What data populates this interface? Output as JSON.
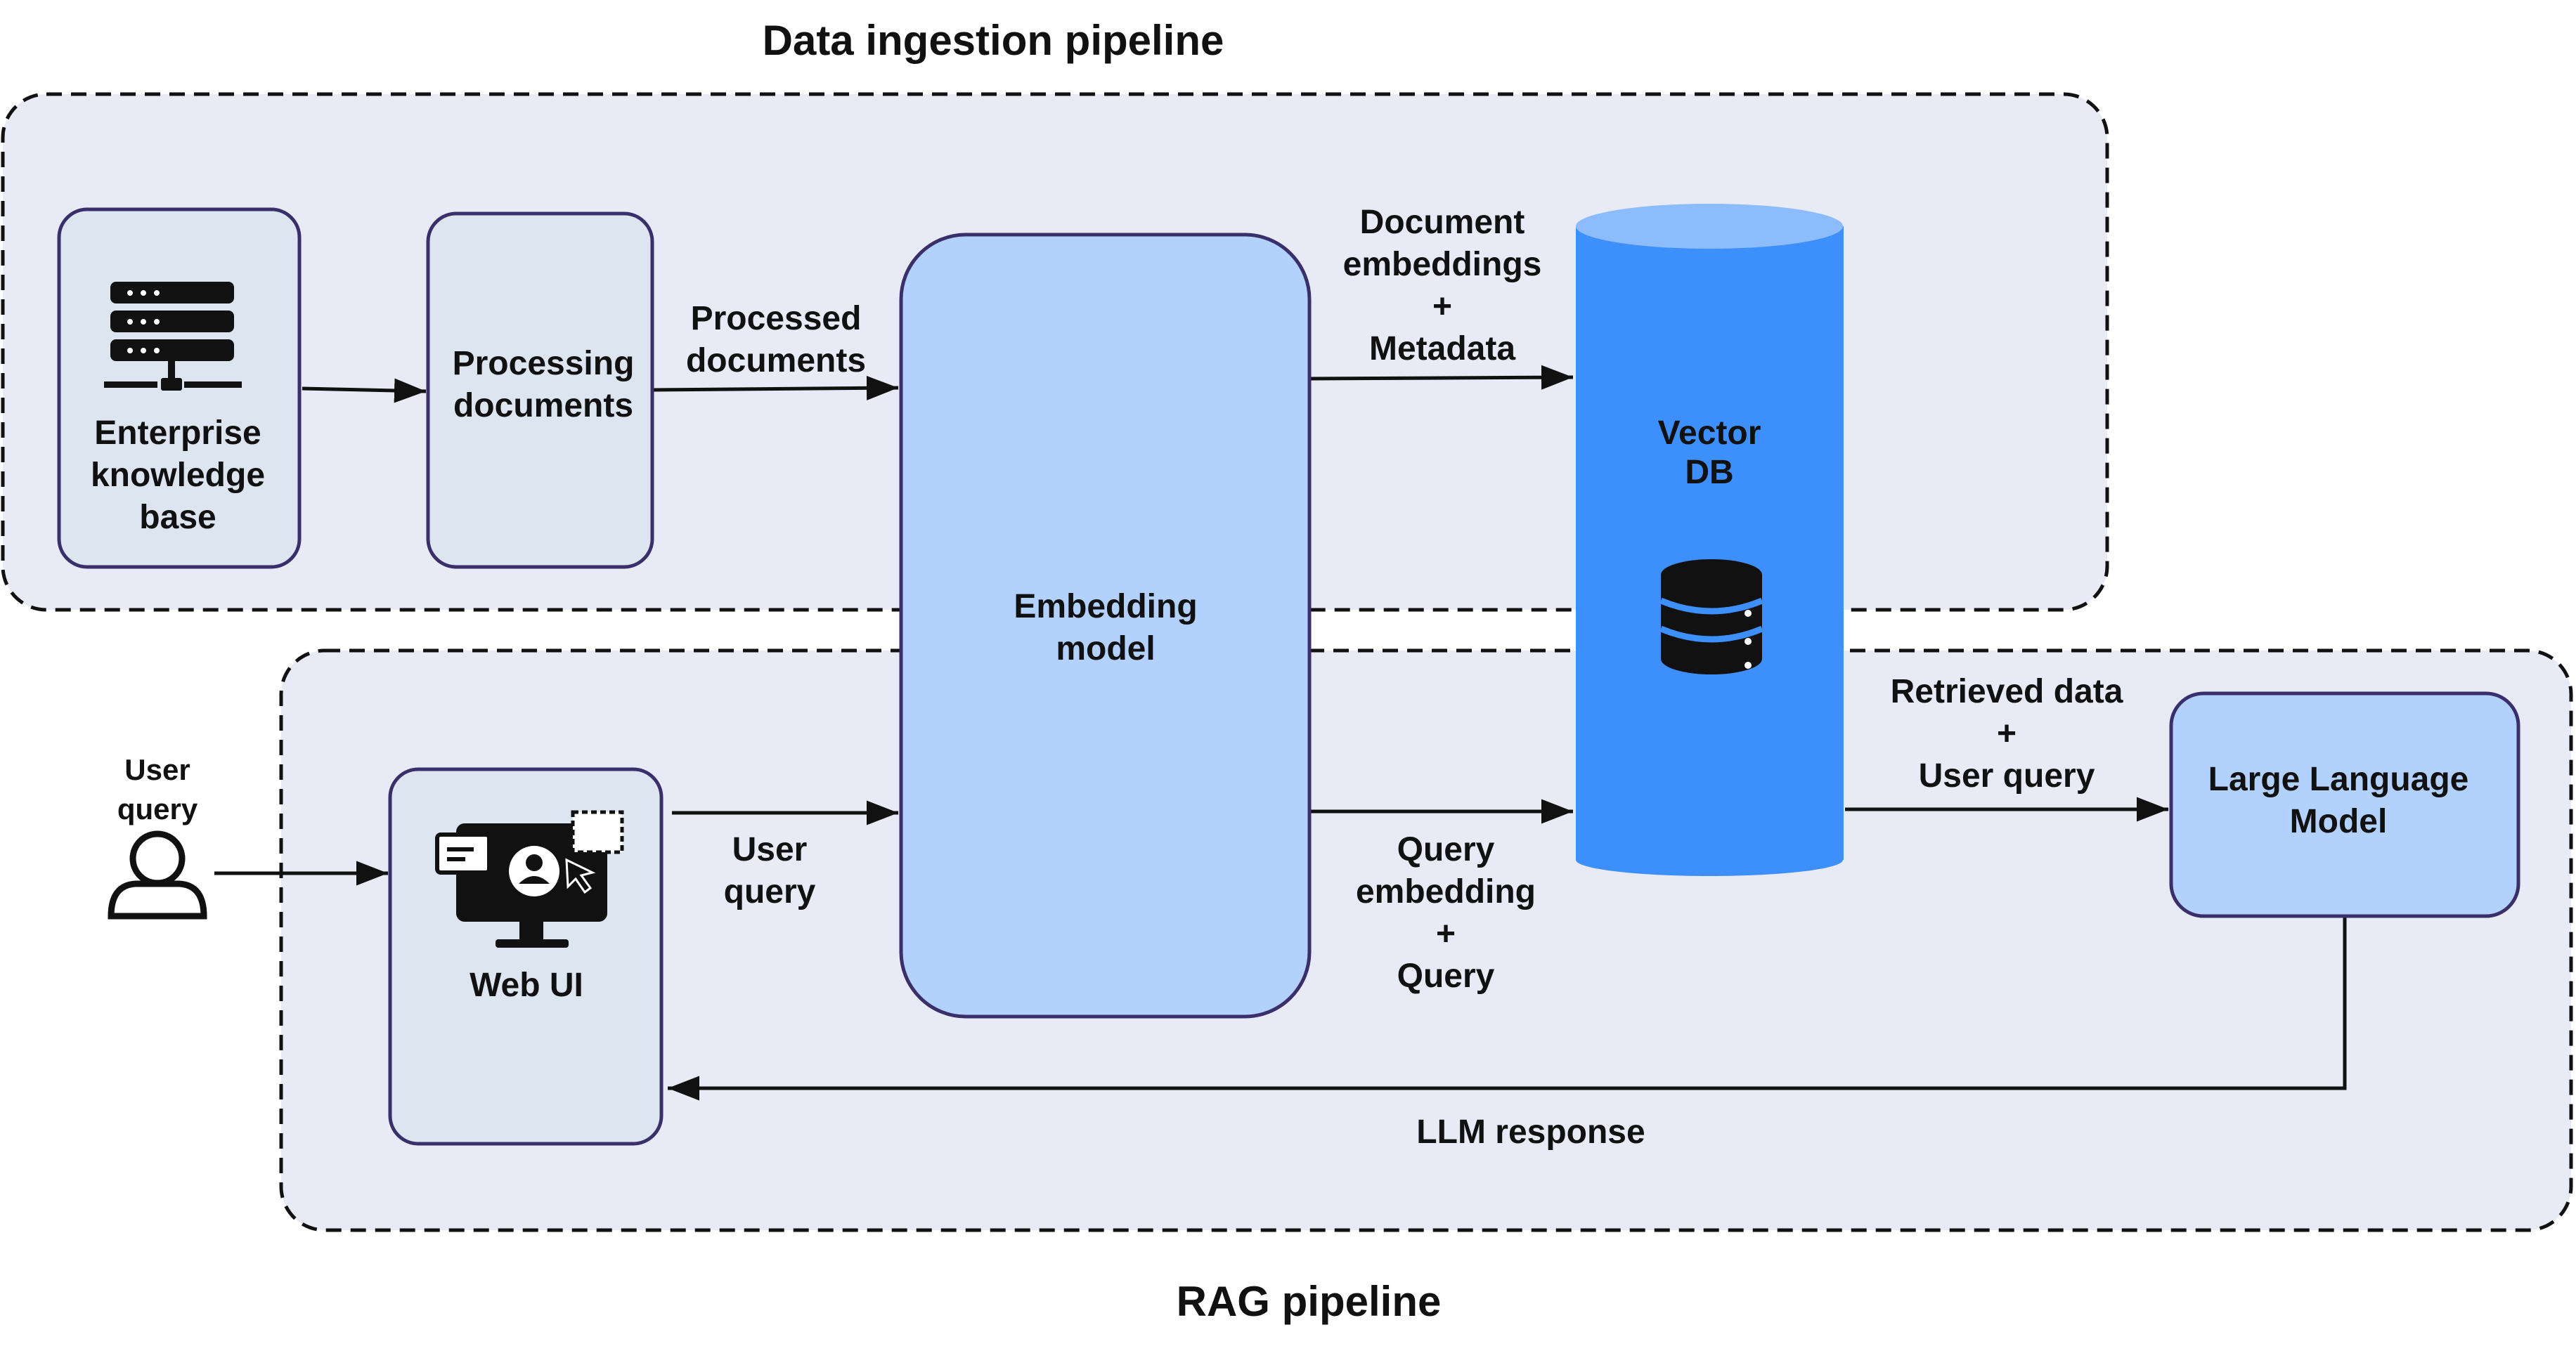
{
  "titles": {
    "ingestion": "Data ingestion pipeline",
    "rag": "RAG pipeline"
  },
  "nodes": {
    "knowledge_base": [
      "Enterprise",
      "knowledge",
      "base"
    ],
    "processing": [
      "Processing",
      "documents"
    ],
    "embedding": [
      "Embedding",
      "model"
    ],
    "vector_db": [
      "Vector",
      "DB"
    ],
    "web_ui": [
      "Web UI"
    ],
    "llm": [
      "Large Language",
      "Model"
    ],
    "user": [
      "User",
      "query"
    ]
  },
  "edges": {
    "processed_docs": [
      "Processed",
      "documents"
    ],
    "doc_embeddings": [
      "Document",
      "embeddings",
      "+",
      "Metadata"
    ],
    "user_query": [
      "User",
      "query"
    ],
    "query_embedding": [
      "Query",
      "embedding",
      "+",
      "Query"
    ],
    "retrieved": [
      "Retrieved data",
      "+",
      "User query"
    ],
    "llm_response": [
      "LLM response"
    ]
  },
  "colors": {
    "region_fill": "#e8ebf6",
    "node_light": "#dde5f1",
    "node_blue": "#b3d1fd",
    "vector_db": "#3d8ffb",
    "vector_db_top": "#8dbcfd",
    "node_border": "#3a2f6b",
    "ink": "#111111"
  },
  "icons": {
    "knowledge_base": "server-rack-icon",
    "web_ui": "monitor-user-icon",
    "vector_db": "database-icon",
    "user": "user-icon"
  }
}
